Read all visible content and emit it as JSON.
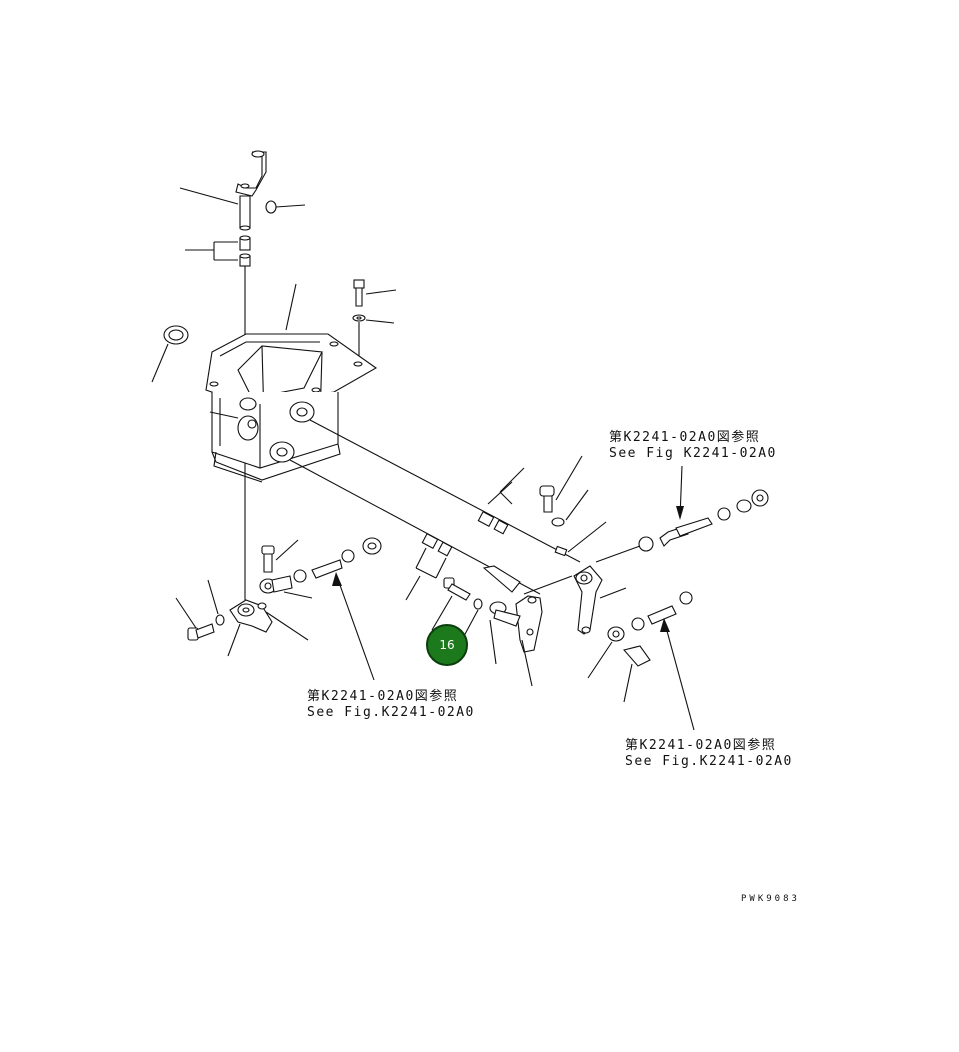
{
  "references": {
    "top_right": {
      "jp": "第K2241-02A0図参照",
      "en": "See Fig K2241-02A0"
    },
    "bottom_center": {
      "jp": "第K2241-02A0図参照",
      "en": "See Fig.K2241-02A0"
    },
    "bottom_right": {
      "jp": "第K2241-02A0図参照",
      "en": "See Fig.K2241-02A0"
    }
  },
  "callout": {
    "number": "16",
    "color": "#1c7a1c"
  },
  "drawing_code": "PWK9083"
}
